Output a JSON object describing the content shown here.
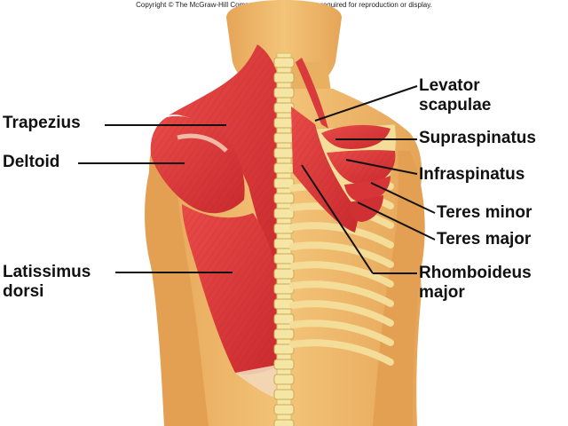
{
  "copyright": "Copyright © The McGraw-Hill Companies, Inc. Permission required for reproduction or display.",
  "labels": {
    "trapezius": "Trapezius",
    "deltoid": "Deltoid",
    "latissimus_line1": "Latissimus",
    "latissimus_line2": "dorsi",
    "levator_line1": "Levator",
    "levator_line2": "scapulae",
    "supraspinatus": "Supraspinatus",
    "infraspinatus": "Infraspinatus",
    "teres_minor": "Teres minor",
    "teres_major": "Teres major",
    "rhomboideus_line1": "Rhomboideus",
    "rhomboideus_line2": "major"
  },
  "colors": {
    "skin": "#f0b968",
    "skin_dark": "#d9974a",
    "muscle": "#e2383a",
    "muscle_dark": "#b51f24",
    "bone": "#f6e6a6",
    "bone_shade": "#d8bc6a",
    "leader": "#111111"
  }
}
